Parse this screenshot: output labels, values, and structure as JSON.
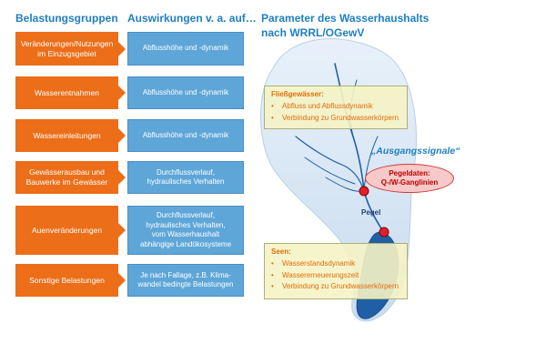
{
  "headers": {
    "stressors": "Belastungsgruppen",
    "effects": "Auswirkungen v. a. auf…",
    "params_line1": "Parameter des Wasserhaushalts",
    "params_line2": "nach WRRL/OGewV"
  },
  "stressors": [
    {
      "l1": "Veränderungen/Nutzungen",
      "l2": "im Einzugsgebiet"
    },
    {
      "l1": "Wasserentnahmen",
      "l2": ""
    },
    {
      "l1": "Wassereinleitungen",
      "l2": ""
    },
    {
      "l1": "Gewässerausbau und",
      "l2": "Bauwerke im Gewässer"
    },
    {
      "l1": "Auenveränderungen",
      "l2": ""
    },
    {
      "l1": "Sonstige Belastungen",
      "l2": ""
    }
  ],
  "effects": [
    {
      "lines": [
        "Abflusshöhe und -dynamik"
      ]
    },
    {
      "lines": [
        "Abflusshöhe und -dynamik"
      ]
    },
    {
      "lines": [
        "Abflusshöhe und -dynamik"
      ]
    },
    {
      "lines": [
        "Durchflussverlauf,",
        "hydraulisches Verhalten"
      ]
    },
    {
      "lines": [
        "Durchflussverlauf,",
        "hydraulisches Verhalten,",
        "vom Wasserhaushalt",
        "abhängige Landökosysteme"
      ]
    },
    {
      "lines": [
        "Je nach Fallage, z.B. Klima-",
        "wandel bedingte Belastungen"
      ]
    }
  ],
  "rivers": {
    "title": "Fließgewässer:",
    "items": [
      "Abfluss und Abflussdynamik",
      "Verbindung zu Grundwasserkörpern"
    ]
  },
  "lakes": {
    "title": "Seen:",
    "items": [
      "Wasserstandsdynamik",
      "Wassererneuerungszeit",
      "Verbindung zu Grundwasserkörpern"
    ]
  },
  "signal_label": "„Ausgangssignale“",
  "gauge_data": {
    "l1": "Pegeldaten:",
    "l2": "Q-/W-Ganglinien"
  },
  "gauge_label": "Pegel",
  "colors": {
    "stressor": "#ec6e19",
    "effect": "#5ea6d8",
    "header": "#1f7fc1",
    "basin": "#d9e7f5",
    "river": "#1f5fa6",
    "gauge_marker": "#e0202a"
  }
}
